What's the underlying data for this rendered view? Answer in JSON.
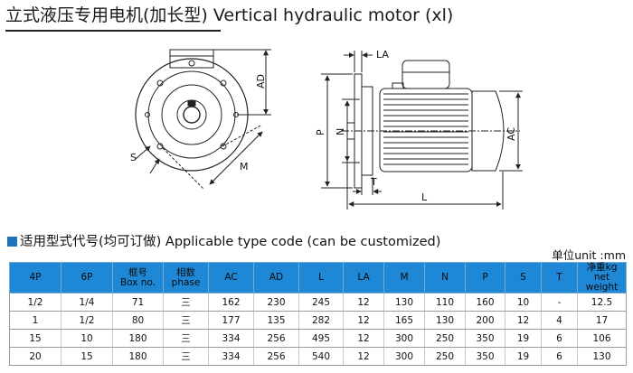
{
  "header": {
    "title": "立式液压专用电机(加长型) Vertical hydraulic motor (xl)"
  },
  "drawing": {
    "front_labels": {
      "ad": "AD",
      "s": "S",
      "m": "M"
    },
    "side_labels": {
      "la": "LA",
      "p": "P",
      "n": "N",
      "ac": "AC",
      "t": "T",
      "l": "L"
    }
  },
  "section": {
    "heading": "适用型式代号(均可订做) Applicable type code (can be customized)",
    "unit": "单位unit :mm"
  },
  "table": {
    "headers": [
      {
        "line1": "4P",
        "line2": ""
      },
      {
        "line1": "6P",
        "line2": ""
      },
      {
        "line1": "框号",
        "line2": "Box no."
      },
      {
        "line1": "相数",
        "line2": "phase"
      },
      {
        "line1": "AC",
        "line2": ""
      },
      {
        "line1": "AD",
        "line2": ""
      },
      {
        "line1": "L",
        "line2": ""
      },
      {
        "line1": "LA",
        "line2": ""
      },
      {
        "line1": "M",
        "line2": ""
      },
      {
        "line1": "N",
        "line2": ""
      },
      {
        "line1": "P",
        "line2": ""
      },
      {
        "line1": "S",
        "line2": ""
      },
      {
        "line1": "T",
        "line2": ""
      },
      {
        "line1": "净重kg",
        "line2": "net weight"
      }
    ],
    "rows": [
      [
        "1/2",
        "1/4",
        "71",
        "三",
        "162",
        "230",
        "245",
        "12",
        "130",
        "110",
        "160",
        "10",
        "-",
        "12.5"
      ],
      [
        "1",
        "1/2",
        "80",
        "三",
        "177",
        "135",
        "282",
        "12",
        "165",
        "130",
        "200",
        "12",
        "4",
        "17"
      ],
      [
        "15",
        "10",
        "180",
        "三",
        "334",
        "256",
        "495",
        "12",
        "300",
        "250",
        "350",
        "19",
        "6",
        "106"
      ],
      [
        "20",
        "15",
        "180",
        "三",
        "334",
        "256",
        "540",
        "12",
        "300",
        "250",
        "350",
        "19",
        "6",
        "130"
      ]
    ]
  }
}
